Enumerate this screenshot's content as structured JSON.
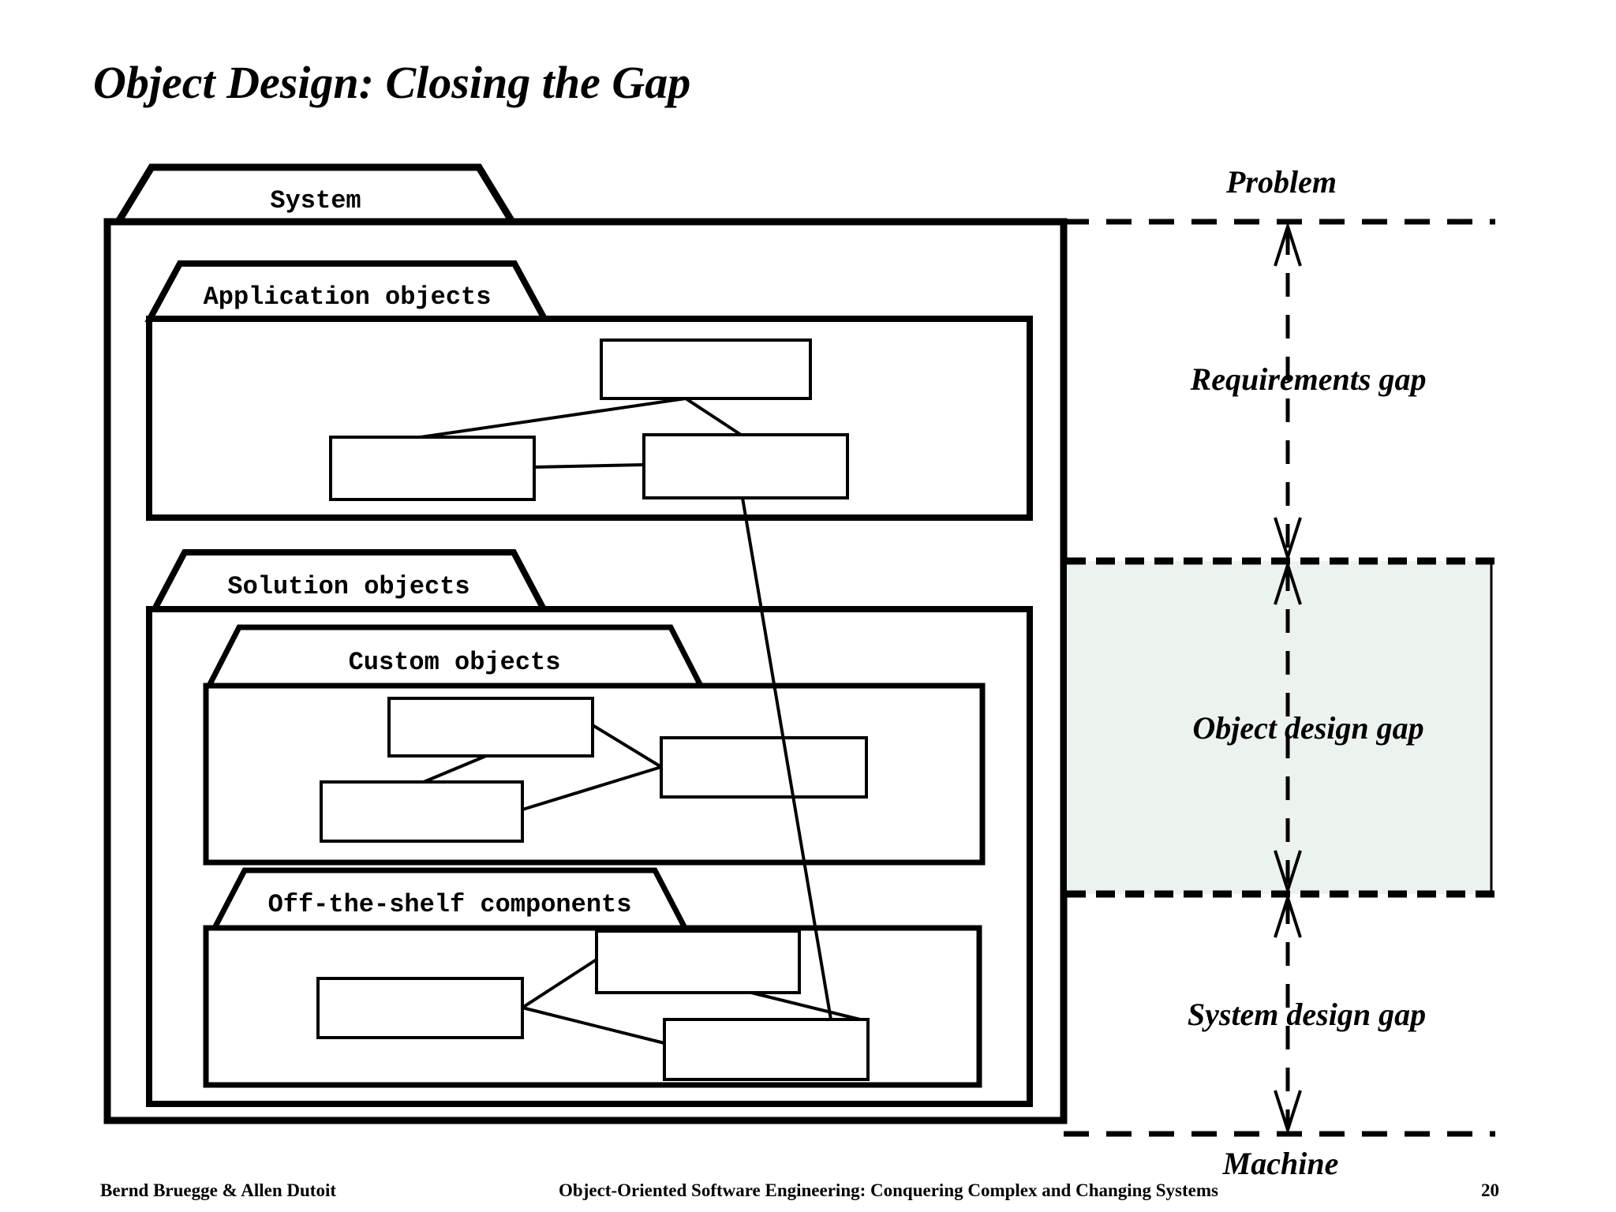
{
  "title": "Object Design: Closing the Gap",
  "diagram": {
    "packages": {
      "system": {
        "label": "System"
      },
      "application": {
        "label": "Application objects"
      },
      "solution": {
        "label": "Solution objects"
      },
      "custom": {
        "label": "Custom objects"
      },
      "off_the_shelf": {
        "label": "Off-the-shelf components"
      }
    },
    "gap_labels": {
      "problem": "Problem",
      "requirements_gap": "Requirements gap",
      "object_design_gap": "Object design gap",
      "system_design_gap": "System design gap",
      "machine": "Machine"
    },
    "colors": {
      "object_design_gap_fill": "#ecf2ee",
      "line": "#000000"
    }
  },
  "footer": {
    "authors": "Bernd Bruegge & Allen Dutoit",
    "book": "Object-Oriented Software Engineering: Conquering Complex and Changing Systems",
    "page": "20"
  }
}
